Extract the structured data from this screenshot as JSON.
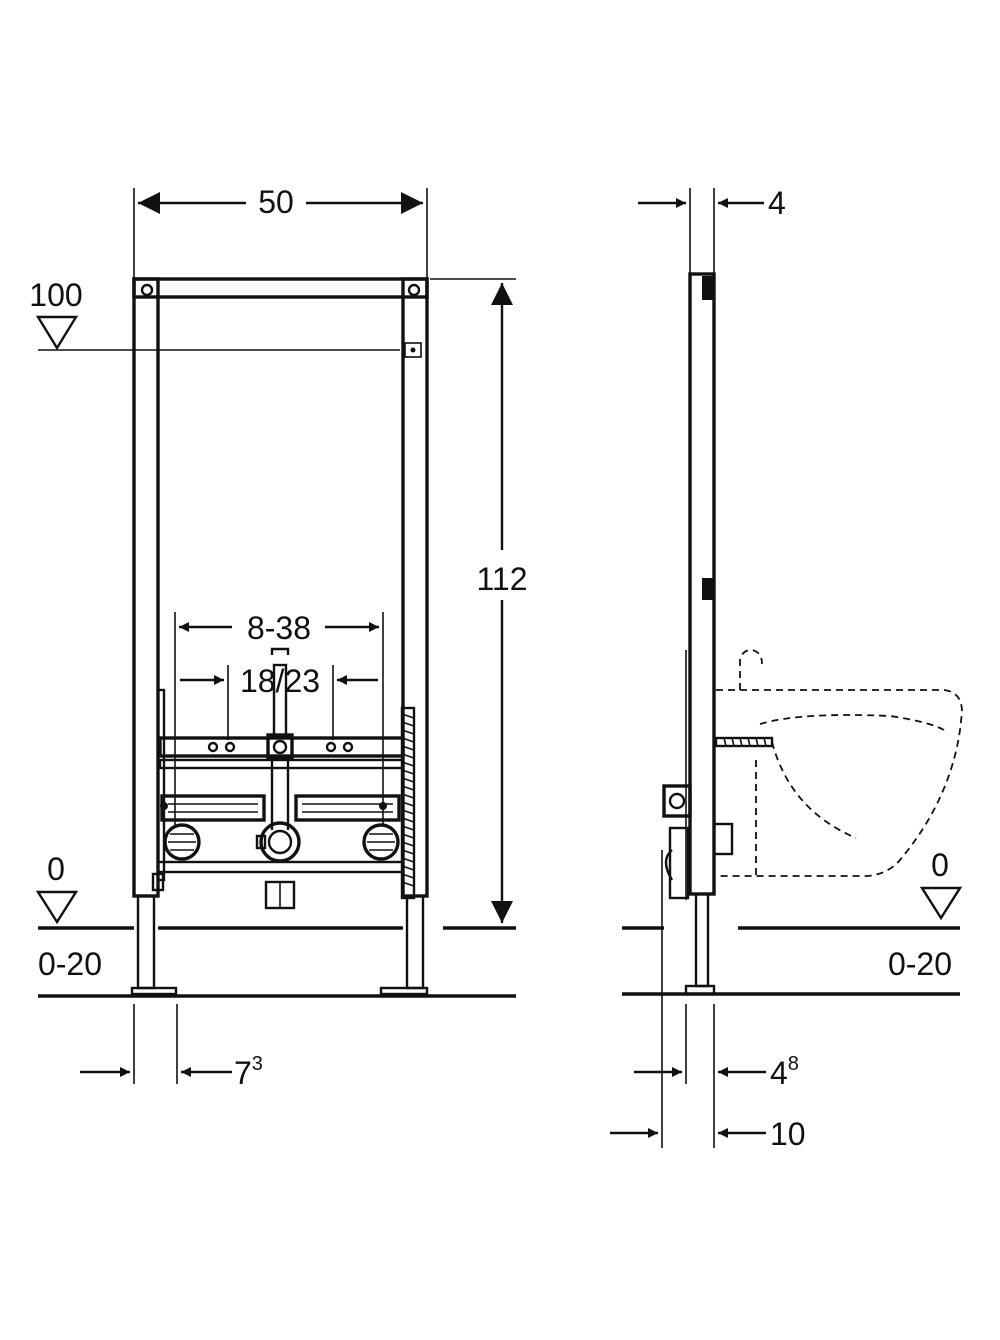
{
  "front_view": {
    "width_label": "50",
    "height_label": "112",
    "upper_level_label": "100",
    "floor_level_label": "0",
    "adjust_range_label": "0-20",
    "spacing_range_label": "8-38",
    "inner_spacing_label": "18/23",
    "foot_offset_label": "7",
    "foot_offset_sup": "3"
  },
  "side_view": {
    "frame_depth_label": "4",
    "floor_level_label": "0",
    "adjust_range_label": "0-20",
    "foot_depth_label": "4",
    "foot_depth_sup": "8",
    "total_depth_label": "10"
  },
  "colors": {
    "line": "#111111",
    "background": "#ffffff"
  }
}
